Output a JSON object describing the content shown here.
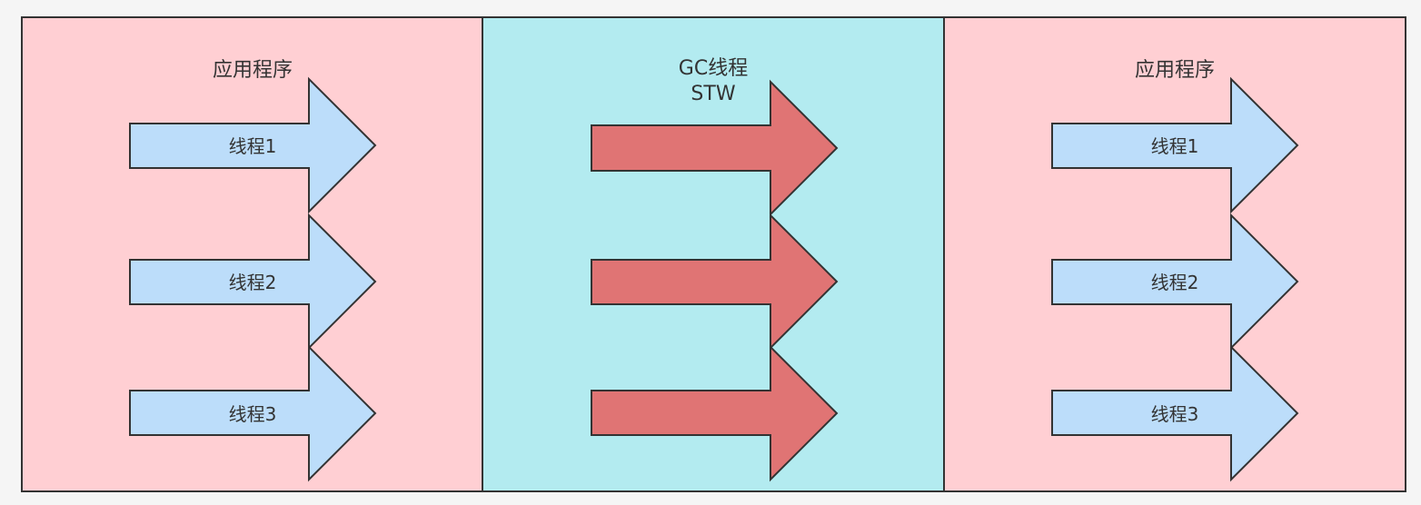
{
  "colors": {
    "background": "#f5f5f5",
    "app_panel_fill": "#ffcfd3",
    "gc_panel_fill": "#b3ebf0",
    "app_arrow_fill": "#bcddfa",
    "gc_arrow_fill": "#e07474",
    "stroke": "#333333",
    "text": "#333333"
  },
  "panels": [
    {
      "kind": "application",
      "title": "应用程序",
      "threads": [
        "线程1",
        "线程2",
        "线程3"
      ]
    },
    {
      "kind": "gc",
      "title_line1": "GC线程",
      "title_line2": "STW",
      "threads": [
        "",
        "",
        ""
      ]
    },
    {
      "kind": "application",
      "title": "应用程序",
      "threads": [
        "线程1",
        "线程2",
        "线程3"
      ]
    }
  ]
}
